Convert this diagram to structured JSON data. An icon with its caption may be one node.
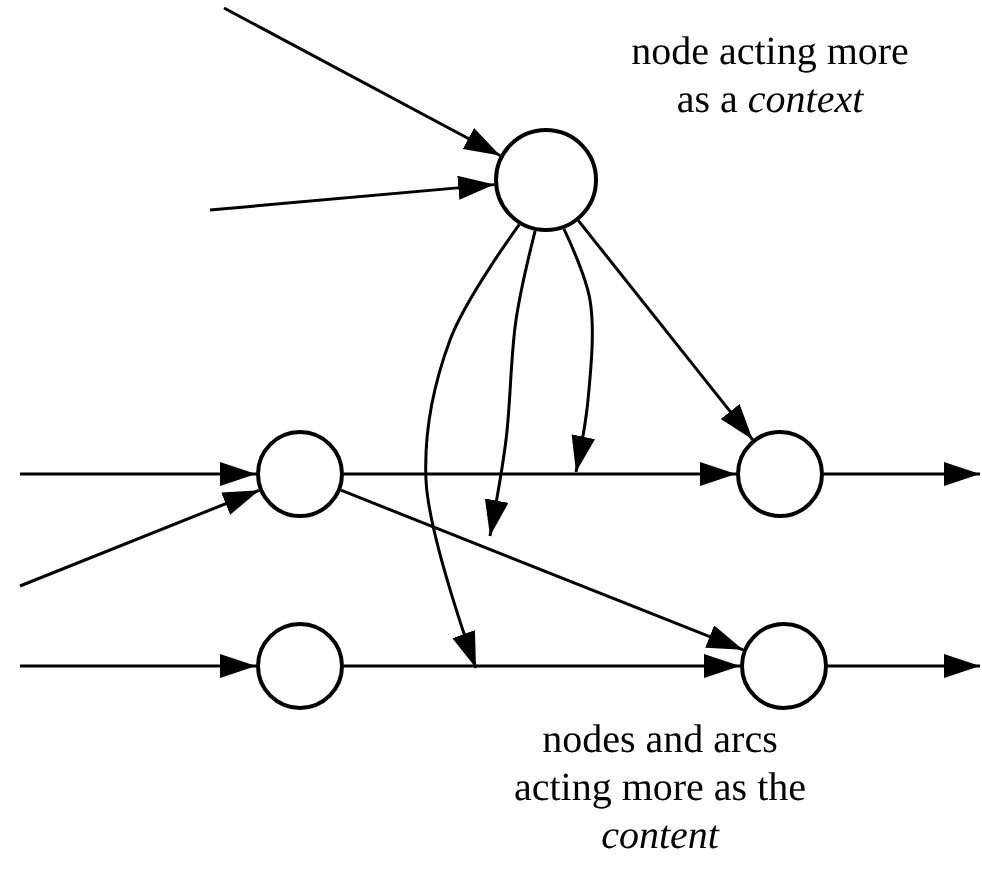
{
  "diagram": {
    "nodes": [
      {
        "text": [],
        "shape": "circle"
      },
      {
        "text": [],
        "shape": "circle"
      },
      {
        "text": [],
        "shape": "circle"
      },
      {
        "text": [],
        "shape": "circle"
      },
      {
        "text": [],
        "shape": "circle"
      }
    ],
    "edges": [
      {
        "from": null,
        "to": 0,
        "arrow": "to"
      },
      {
        "from": null,
        "to": 0,
        "arrow": "to"
      },
      {
        "from": 0,
        "to": 2,
        "arrow": "to"
      },
      {
        "from": 0,
        "to": null,
        "arrow": "to"
      },
      {
        "from": 0,
        "to": null,
        "arrow": "to"
      },
      {
        "from": 0,
        "to": null,
        "arrow": "to"
      },
      {
        "from": null,
        "to": 1,
        "arrow": "to"
      },
      {
        "from": null,
        "to": 1,
        "arrow": "to"
      },
      {
        "from": 1,
        "to": 2,
        "arrow": "to"
      },
      {
        "from": 1,
        "to": 4,
        "arrow": "to"
      },
      {
        "from": 2,
        "to": null,
        "arrow": "to"
      },
      {
        "from": null,
        "to": 3,
        "arrow": "to"
      },
      {
        "from": 3,
        "to": 4,
        "arrow": "to"
      },
      {
        "from": 4,
        "to": null,
        "arrow": "to"
      }
    ],
    "labels": [
      "node acting more as a *context*",
      "nodes and arcs acting more as the *content*"
    ]
  }
}
